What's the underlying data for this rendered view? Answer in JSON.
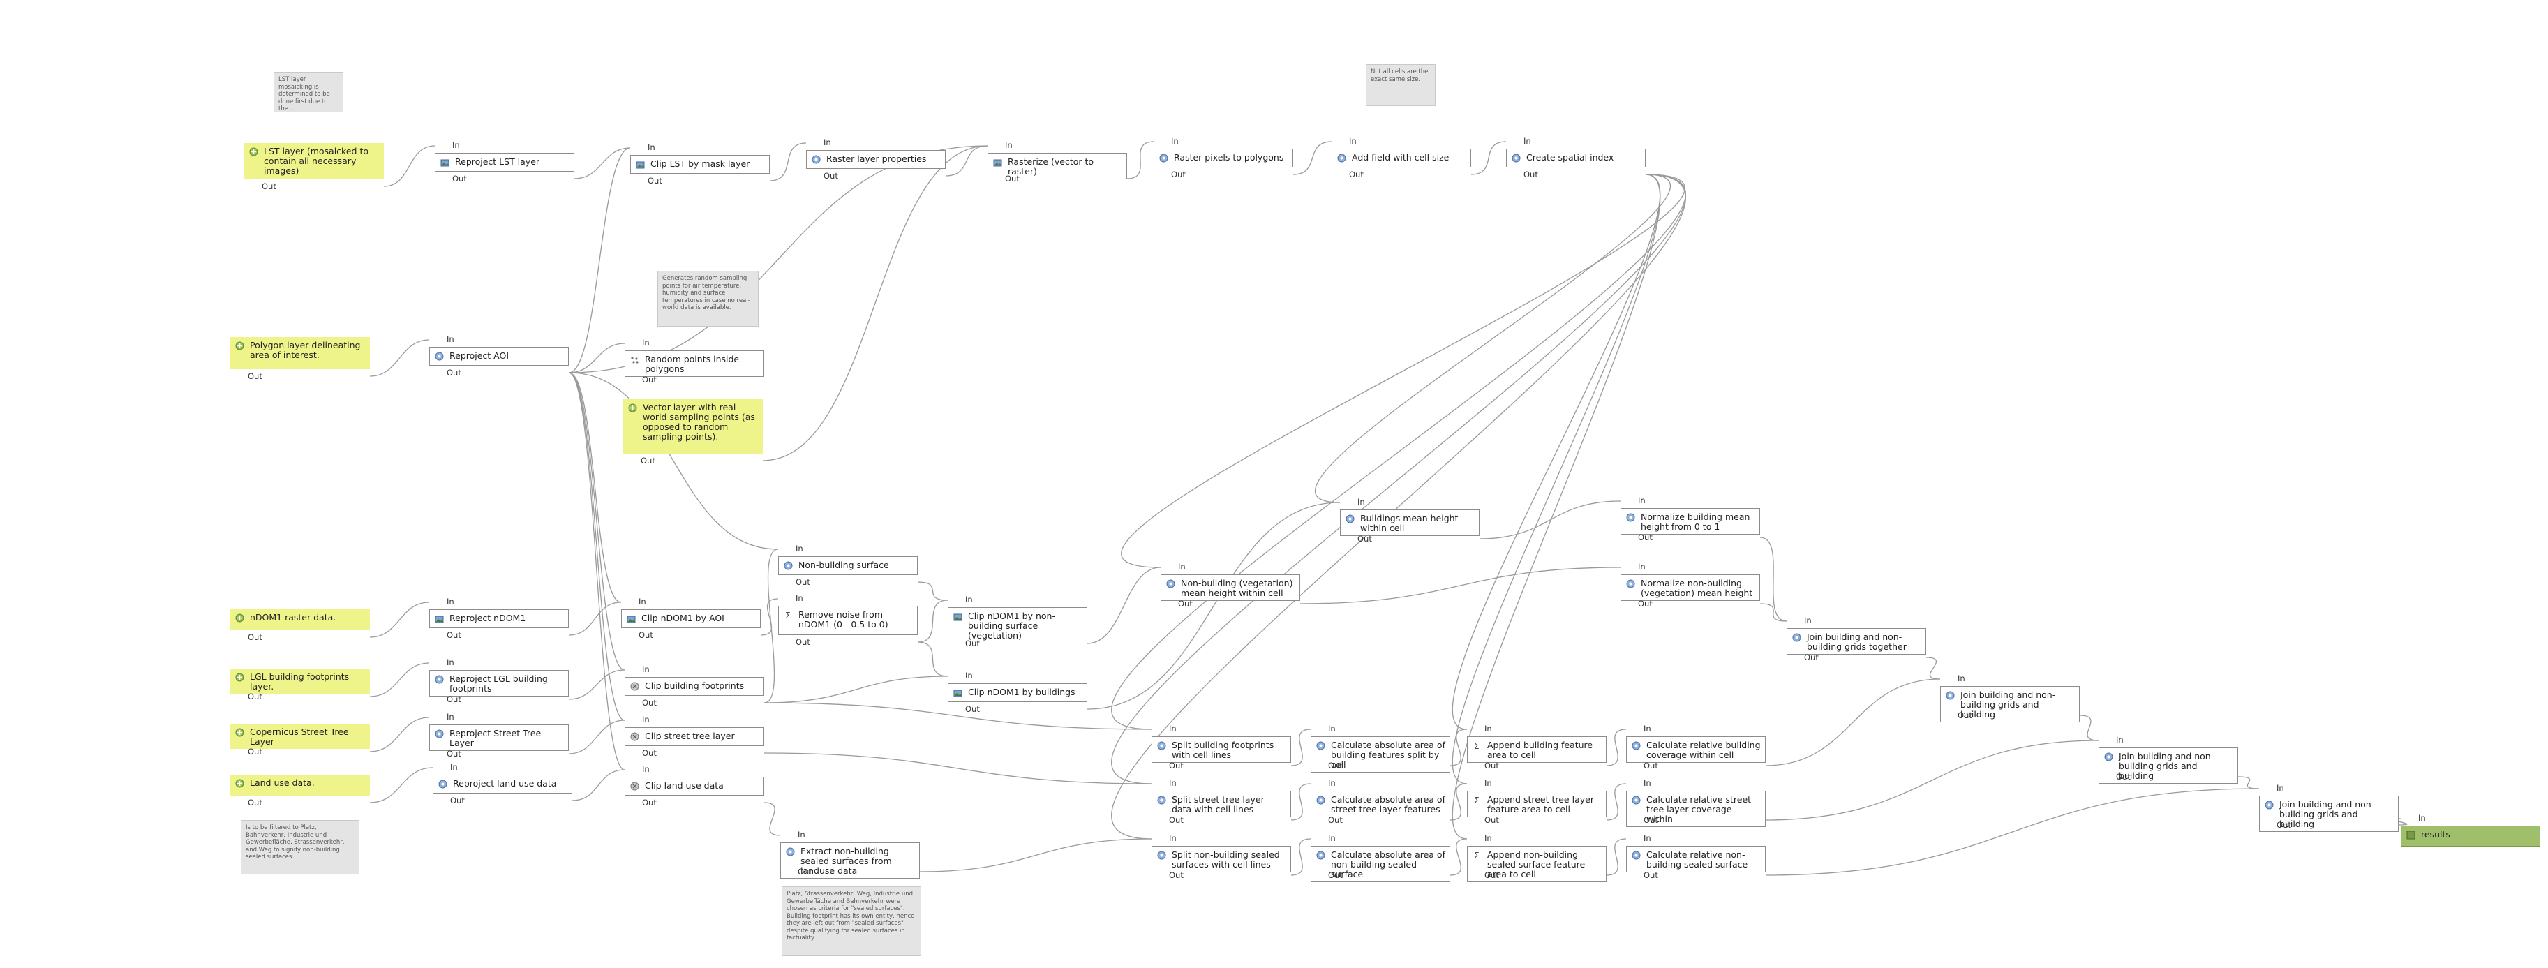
{
  "ports": {
    "in": "In",
    "out": "Out"
  },
  "colors": {
    "input": "#eef38a",
    "output": "#9fbf6a",
    "node_border": "#8c8c8c",
    "wire": "#9a9a9a",
    "note": "#e4e4e4"
  },
  "nodes": {
    "lst_layer": {
      "label": "LST layer (mosaicked to contain all necessary images)",
      "icon": "input-plus-icon"
    },
    "reproject_lst": {
      "label": "Reproject LST layer",
      "icon": "raster-algorithm-icon"
    },
    "clip_lst": {
      "label": "Clip LST by mask layer",
      "icon": "raster-algorithm-icon"
    },
    "raster_props": {
      "label": "Raster layer properties",
      "icon": "gear-icon"
    },
    "rasterize": {
      "label": "Rasterize (vector to raster)",
      "icon": "raster-algorithm-icon"
    },
    "raster_pixels": {
      "label": "Raster pixels to polygons",
      "icon": "gear-icon"
    },
    "add_field": {
      "label": "Add field with cell size",
      "icon": "gear-icon"
    },
    "spatial_index": {
      "label": "Create spatial index",
      "icon": "gear-icon"
    },
    "polygon_aoi": {
      "label": "Polygon layer delineating area of interest.",
      "icon": "input-plus-icon"
    },
    "reproject_aoi": {
      "label": "Reproject AOI",
      "icon": "gear-icon"
    },
    "random_points": {
      "label": "Random points inside polygons",
      "icon": "points-icon"
    },
    "vector_points": {
      "label": "Vector layer with real-world sampling points (as opposed to random sampling points).",
      "icon": "input-plus-icon"
    },
    "ndom_data": {
      "label": "nDOM1 raster data.",
      "icon": "input-plus-icon"
    },
    "reproject_ndom": {
      "label": "Reproject nDOM1",
      "icon": "raster-algorithm-icon"
    },
    "clip_ndom_aoi": {
      "label": "Clip nDOM1 by AOI",
      "icon": "raster-algorithm-icon"
    },
    "non_building_surface": {
      "label": "Non-building surface",
      "icon": "gear-icon"
    },
    "remove_noise": {
      "label": "Remove noise from nDOM1 (0 - 0.5 to 0)",
      "icon": "sum-icon"
    },
    "clip_ndom_nonbuilding": {
      "label": "Clip nDOM1 by non-building surface (vegetation)",
      "icon": "raster-algorithm-icon"
    },
    "clip_ndom_buildings": {
      "label": "Clip nDOM1 by buildings",
      "icon": "raster-algorithm-icon"
    },
    "lgl_footprints": {
      "label": "LGL building footprints layer.",
      "icon": "input-plus-icon"
    },
    "reproject_lgl": {
      "label": "Reproject LGL building footprints",
      "icon": "gear-icon"
    },
    "clip_building": {
      "label": "Clip building footprints",
      "icon": "clip-icon"
    },
    "copernicus": {
      "label": "Copernicus Street Tree Layer",
      "icon": "input-plus-icon"
    },
    "reproject_street": {
      "label": "Reproject Street Tree Layer",
      "icon": "gear-icon"
    },
    "clip_street": {
      "label": "Clip street tree layer",
      "icon": "clip-icon"
    },
    "land_use": {
      "label": "Land use data.",
      "icon": "input-plus-icon"
    },
    "reproject_land": {
      "label": "Reproject land use data",
      "icon": "gear-icon"
    },
    "clip_land": {
      "label": "Clip land use data",
      "icon": "clip-icon"
    },
    "extract_sealed": {
      "label": "Extract non-building sealed surfaces from landuse data",
      "icon": "gear-icon"
    },
    "buildings_mean": {
      "label": "Buildings mean height within cell",
      "icon": "gear-icon"
    },
    "nonbuilding_mean": {
      "label": "Non-building (vegetation) mean height within cell",
      "icon": "gear-icon"
    },
    "normalize_building": {
      "label": "Normalize building mean height from 0 to 1",
      "icon": "gear-icon"
    },
    "normalize_nonbuilding": {
      "label": "Normalize non-building (vegetation) mean height",
      "icon": "gear-icon"
    },
    "join_nonbuilding": {
      "label": "Join building and non-building grids together",
      "icon": "gear-icon"
    },
    "join2": {
      "label": "Join building and non-building grids and building",
      "icon": "gear-icon"
    },
    "join3": {
      "label": "Join building and non-building grids and building",
      "icon": "gear-icon"
    },
    "join4": {
      "label": "Join building and non-building grids and building",
      "icon": "gear-icon"
    },
    "split_building": {
      "label": "Split building footprints with cell lines",
      "icon": "gear-icon"
    },
    "split_street": {
      "label": "Split street tree layer data with cell lines",
      "icon": "gear-icon"
    },
    "split_sealed": {
      "label": "Split non-building sealed surfaces with cell lines",
      "icon": "gear-icon"
    },
    "calc_abs_building": {
      "label": "Calculate absolute area of building features split by cell",
      "icon": "gear-icon"
    },
    "calc_abs_street": {
      "label": "Calculate absolute area of street tree layer features",
      "icon": "gear-icon"
    },
    "calc_abs_sealed": {
      "label": "Calculate absolute area of non-building sealed surface",
      "icon": "gear-icon"
    },
    "append_building": {
      "label": "Append building feature area to cell",
      "icon": "sum-icon"
    },
    "append_street": {
      "label": "Append street tree layer feature area to cell",
      "icon": "sum-icon"
    },
    "append_sealed": {
      "label": "Append non-building sealed surface feature area to cell",
      "icon": "sum-icon"
    },
    "calc_rel_building": {
      "label": "Calculate relative building coverage within cell",
      "icon": "gear-icon"
    },
    "calc_rel_street": {
      "label": "Calculate relative street tree layer coverage within",
      "icon": "gear-icon"
    },
    "calc_rel_sealed": {
      "label": "Calculate relative non-building sealed surface",
      "icon": "gear-icon"
    },
    "results": {
      "label": "results",
      "icon": "output-icon"
    }
  },
  "notes": {
    "lst_note": "LST layer mosaicking is determined to be done first due to the ...",
    "add_field_note": "Not all cells are the exact same size.",
    "random_note": "Generates random sampling points for air temperature, humidity and surface temperatures in case no real-world data is available.",
    "land_note": "Is to be filtered to Platz, Bahnverkehr, Industrie und Gewerbefläche, Strassenverkehr, and Weg to signify non-building sealed surfaces.",
    "extract_note": "Platz, Strassenverkehr, Weg, Industrie und Gewerbefläche and Bahnverkehr were chosen as criteria for \"sealed surfaces\". Building footprint has its own entity, hence they are left out from \"sealed surfaces\" despite qualifying for sealed surfaces in factuality."
  }
}
